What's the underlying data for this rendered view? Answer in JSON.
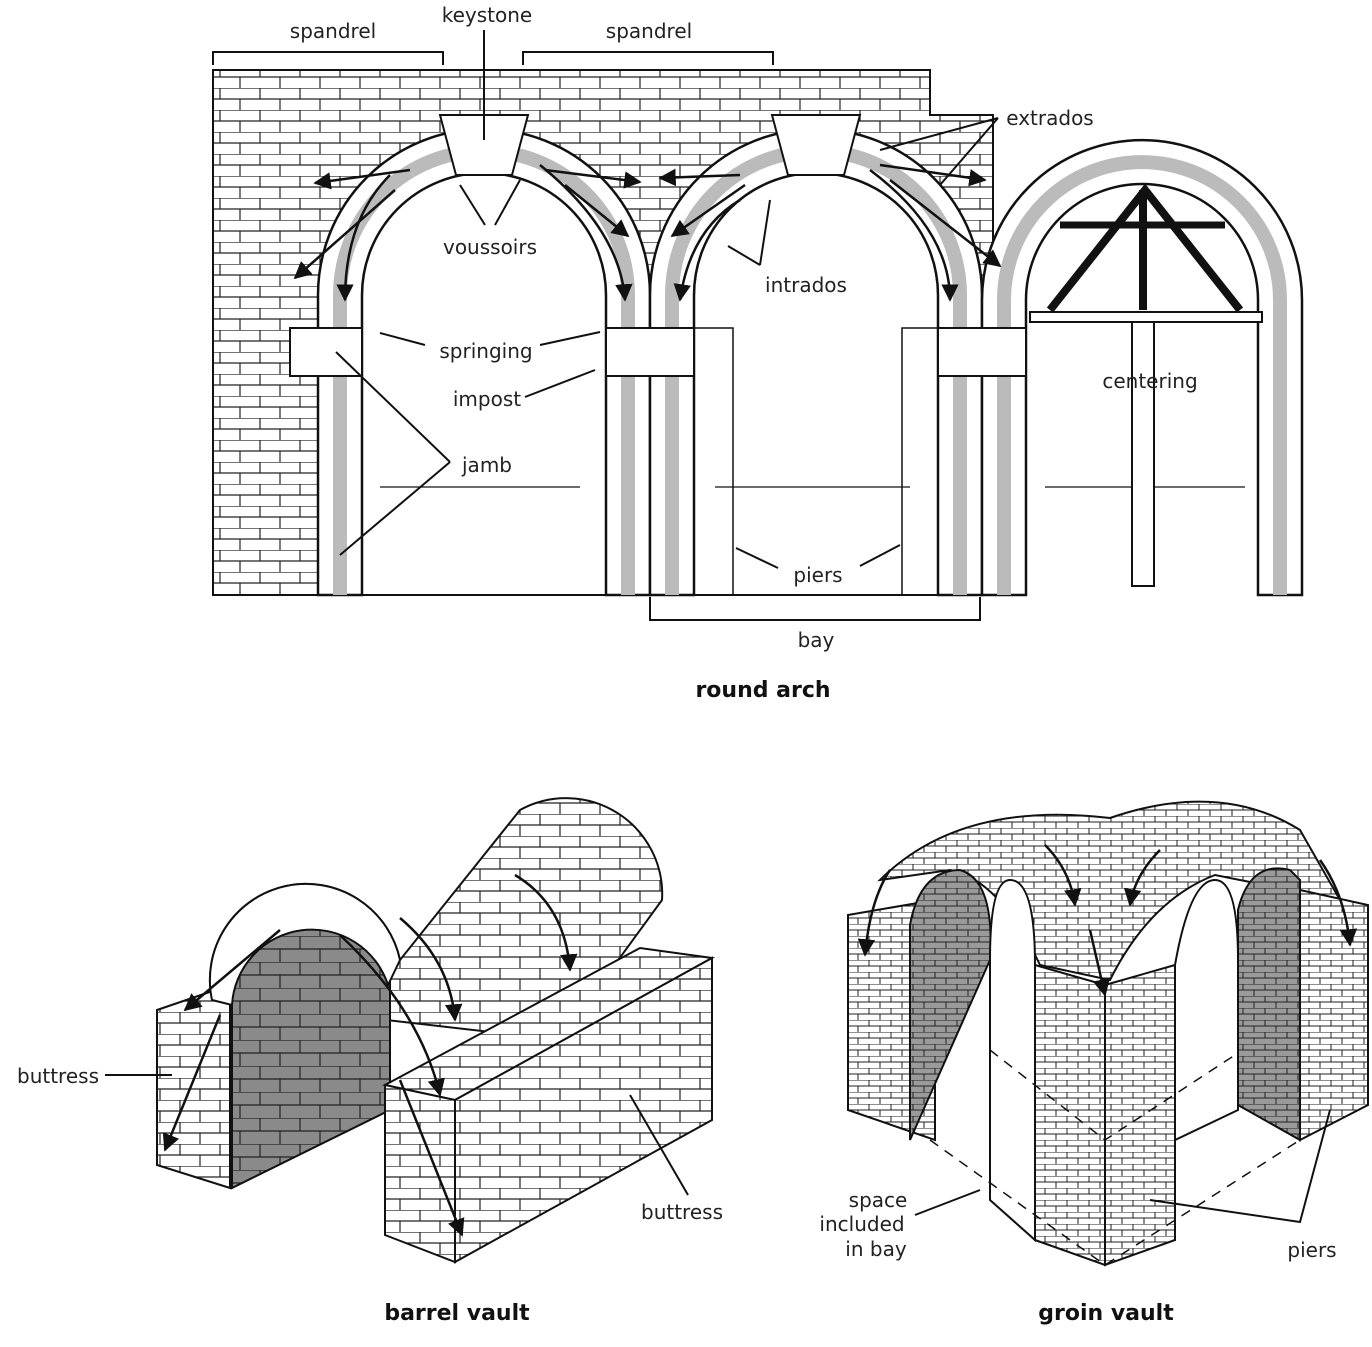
{
  "round_arch": {
    "caption": "round arch",
    "labels": {
      "keystone": "keystone",
      "spandrel_left": "spandrel",
      "spandrel_right": "spandrel",
      "extrados": "extrados",
      "voussoirs": "voussoirs",
      "intrados": "intrados",
      "springing": "springing",
      "impost": "impost",
      "jamb": "jamb",
      "centering": "centering",
      "piers": "piers",
      "bay": "bay"
    }
  },
  "barrel_vault": {
    "caption": "barrel vault",
    "labels": {
      "buttress_left": "buttress",
      "buttress_right": "buttress"
    }
  },
  "groin_vault": {
    "caption": "groin vault",
    "labels": {
      "space_line1": "space",
      "space_line2": "included",
      "space_line3": "in bay",
      "piers": "piers"
    }
  }
}
